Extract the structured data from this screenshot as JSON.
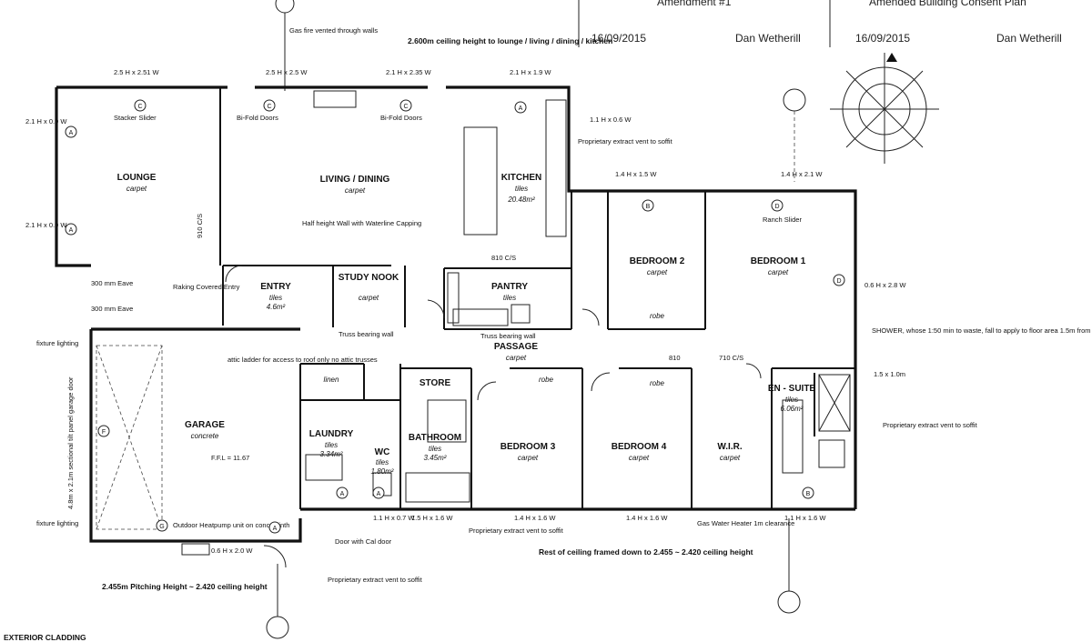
{
  "header": {
    "amendment": "Amendment #1",
    "consent": "Amended Building Consent Plan",
    "date1": "16/09/2015",
    "name1": "Dan Wetherill",
    "date2": "16/09/2015",
    "name2": "Dan Wetherill"
  },
  "rooms": {
    "lounge": {
      "name": "LOUNGE",
      "finish": "carpet"
    },
    "living": {
      "name": "LIVING / DINING",
      "finish": "carpet"
    },
    "kitchen": {
      "name": "KITCHEN",
      "finish": "tiles",
      "area": "20.48m²"
    },
    "bedroom2": {
      "name": "BEDROOM 2",
      "finish": "carpet"
    },
    "bedroom1": {
      "name": "BEDROOM 1",
      "finish": "carpet"
    },
    "entry": {
      "name": "ENTRY",
      "finish": "tiles",
      "area": "4.6m²"
    },
    "study": {
      "name": "STUDY NOOK",
      "finish": "carpet"
    },
    "pantry": {
      "name": "PANTRY",
      "finish": "tiles"
    },
    "passage": {
      "name": "PASSAGE",
      "finish": "carpet"
    },
    "garage": {
      "name": "GARAGE",
      "finish": "concrete",
      "ffl": "F.F.L = 11.67"
    },
    "laundry": {
      "name": "LAUNDRY",
      "finish": "tiles",
      "area": "3.34m²"
    },
    "wc": {
      "name": "WC",
      "finish": "tiles",
      "area": "1.80m²"
    },
    "bathroom": {
      "name": "BATHROOM",
      "finish": "tiles",
      "area": "3.45m²"
    },
    "store": {
      "name": "STORE"
    },
    "linen": {
      "name": "linen"
    },
    "bedroom3": {
      "name": "BEDROOM 3",
      "finish": "carpet"
    },
    "bedroom4": {
      "name": "BEDROOM 4",
      "finish": "carpet"
    },
    "wir": {
      "name": "W.I.R.",
      "finish": "carpet"
    },
    "ensuite": {
      "name": "EN - SUITE",
      "finish": "tiles",
      "area": "6.06m²"
    },
    "robe": "robe"
  },
  "notes": {
    "ceiling_top": "2.600m ceiling height to lounge / living / dining / kitchen",
    "gas_fire": "Gas fire vented through walls",
    "stacker_slider": "Stacker Slider",
    "bifold1": "Bi-Fold Doors",
    "bifold2": "Bi-Fold Doors",
    "ranch_slider": "Ranch Slider",
    "half_wall": "Half height Wall with Waterline Capping",
    "raking": "Raking Covered Entry",
    "eave1": "300 mm Eave",
    "eave2": "300 mm Eave",
    "truss_wall1": "Truss bearing wall",
    "truss_wall2": "Truss bearing wall",
    "attic": "attic ladder for access to roof only no attic trusses",
    "extract1": "Proprietary extract vent to soffit",
    "extract2": "Proprietary extract vent to soffit",
    "extract3": "Proprietary extract vent to soffit",
    "extract4": "Proprietary extract vent to soffit",
    "shower": "SHOWER, whose 1:50 min to waste, fall to apply to floor area 1.5m from shower rose",
    "shower_size": "1.5 x 1.0m",
    "ceiling_rest": "Rest of ceiling framed down to 2.455 ~ 2.420 ceiling height",
    "pitching": "2.455m Pitching Height ~ 2.420 ceiling height",
    "outdoor_hp": "Outdoor Heatpump unit on conc. plinth",
    "door_closer": "Door with Cal door",
    "hw_cyl": "Gas Water Heater 1m clearance",
    "garage_door": "4.8m x 2.1m sectional tilt panel garage door",
    "fixture1": "fixture lighting",
    "fixture2": "fixture lighting",
    "exterior": "EXTERIOR CLADDING"
  },
  "dims": {
    "w_25": "2.5 H x 2.51 W",
    "w_21a": "2.1 H x 0.9 W",
    "w_21b": "2.1 H x 0.9 W",
    "w_25b": "2.5 H x 2.5 W",
    "w_21c": "2.1 H x 2.35 W",
    "w_21d": "2.1 H x 1.9 W",
    "w_11": "1.1 H x 0.6 W",
    "w_14": "1.4 H x 1.5 W",
    "w_14b": "1.4 H x 2.1 W",
    "w_06": "0.6 H x 2.8 W",
    "w_11b": "1.1 H x 0.7 W",
    "w_15": "1.5 H x 1.6 W",
    "w_14c": "1.4 H x 1.6 W",
    "w_14d": "1.4 H x 1.6 W",
    "w_11c": "1.1 H x 1.6 W",
    "w_06b": "0.6 H x 2.0 W",
    "d_810": "810",
    "d_710": "710 C/S",
    "d_910": "910 C/S",
    "d_810cs": "810 C/S"
  },
  "tags": {
    "A": "A",
    "B": "B",
    "C": "C",
    "D": "D",
    "F": "F",
    "G": "G"
  }
}
